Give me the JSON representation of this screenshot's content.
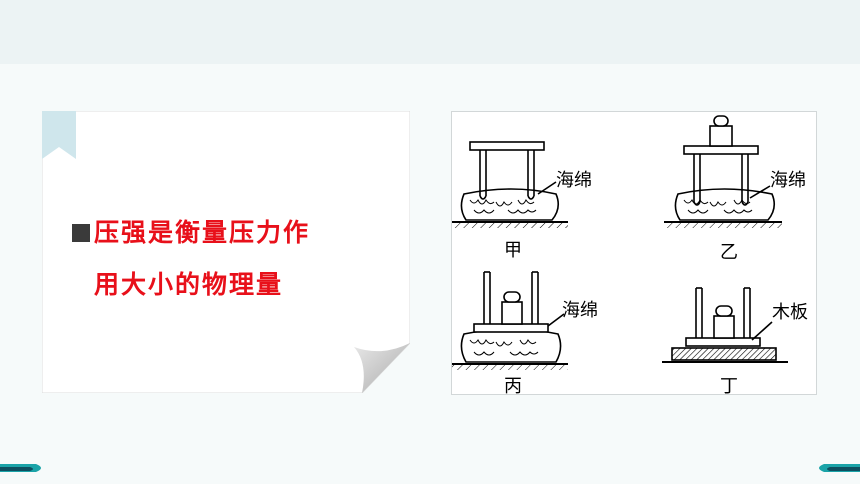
{
  "note": {
    "line1": "压强是衡量压力作",
    "line2": "用大小的物理量"
  },
  "figure": {
    "panels": [
      {
        "id": "jia",
        "caption": "甲",
        "material_label": "海绵"
      },
      {
        "id": "yi",
        "caption": "乙",
        "material_label": "海绵"
      },
      {
        "id": "bing",
        "caption": "丙",
        "material_label": "海绵"
      },
      {
        "id": "ding",
        "caption": "丁",
        "material_label": "木板"
      }
    ]
  },
  "colors": {
    "accent_red": "#e8101a",
    "teal": "#1aa3a8",
    "bookmark": "#cfe6ec"
  }
}
